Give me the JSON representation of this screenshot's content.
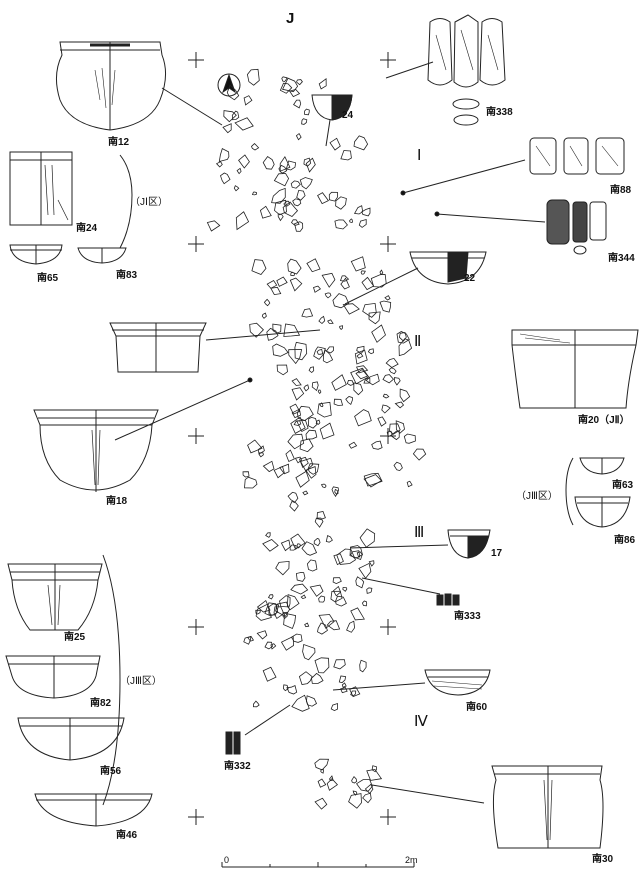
{
  "plate": {
    "title": "J",
    "zones": {
      "I": "Ⅰ",
      "II": "Ⅱ",
      "III": "Ⅲ",
      "IV": "Ⅳ"
    },
    "scale": {
      "start": "0",
      "end": "2m"
    },
    "brackets": {
      "j1": "（JⅠ区）",
      "j3_left": "（JⅢ区）",
      "j3_right": "（JⅢ区）"
    }
  },
  "finds": {
    "n12": "南12",
    "n338": "南338",
    "n24s": "24",
    "n88": "南88",
    "n344": "南344",
    "n24": "南24",
    "n65": "南65",
    "n83": "南83",
    "n22": "22",
    "n20": "南20（JⅡ）",
    "n18": "南18",
    "n63": "南63",
    "n86": "南86",
    "n17": "17",
    "n333": "南333",
    "n25": "南25",
    "n82": "南82",
    "n60": "南60",
    "n56": "南56",
    "n332": "南332",
    "n46": "南46",
    "n30": "南30"
  }
}
